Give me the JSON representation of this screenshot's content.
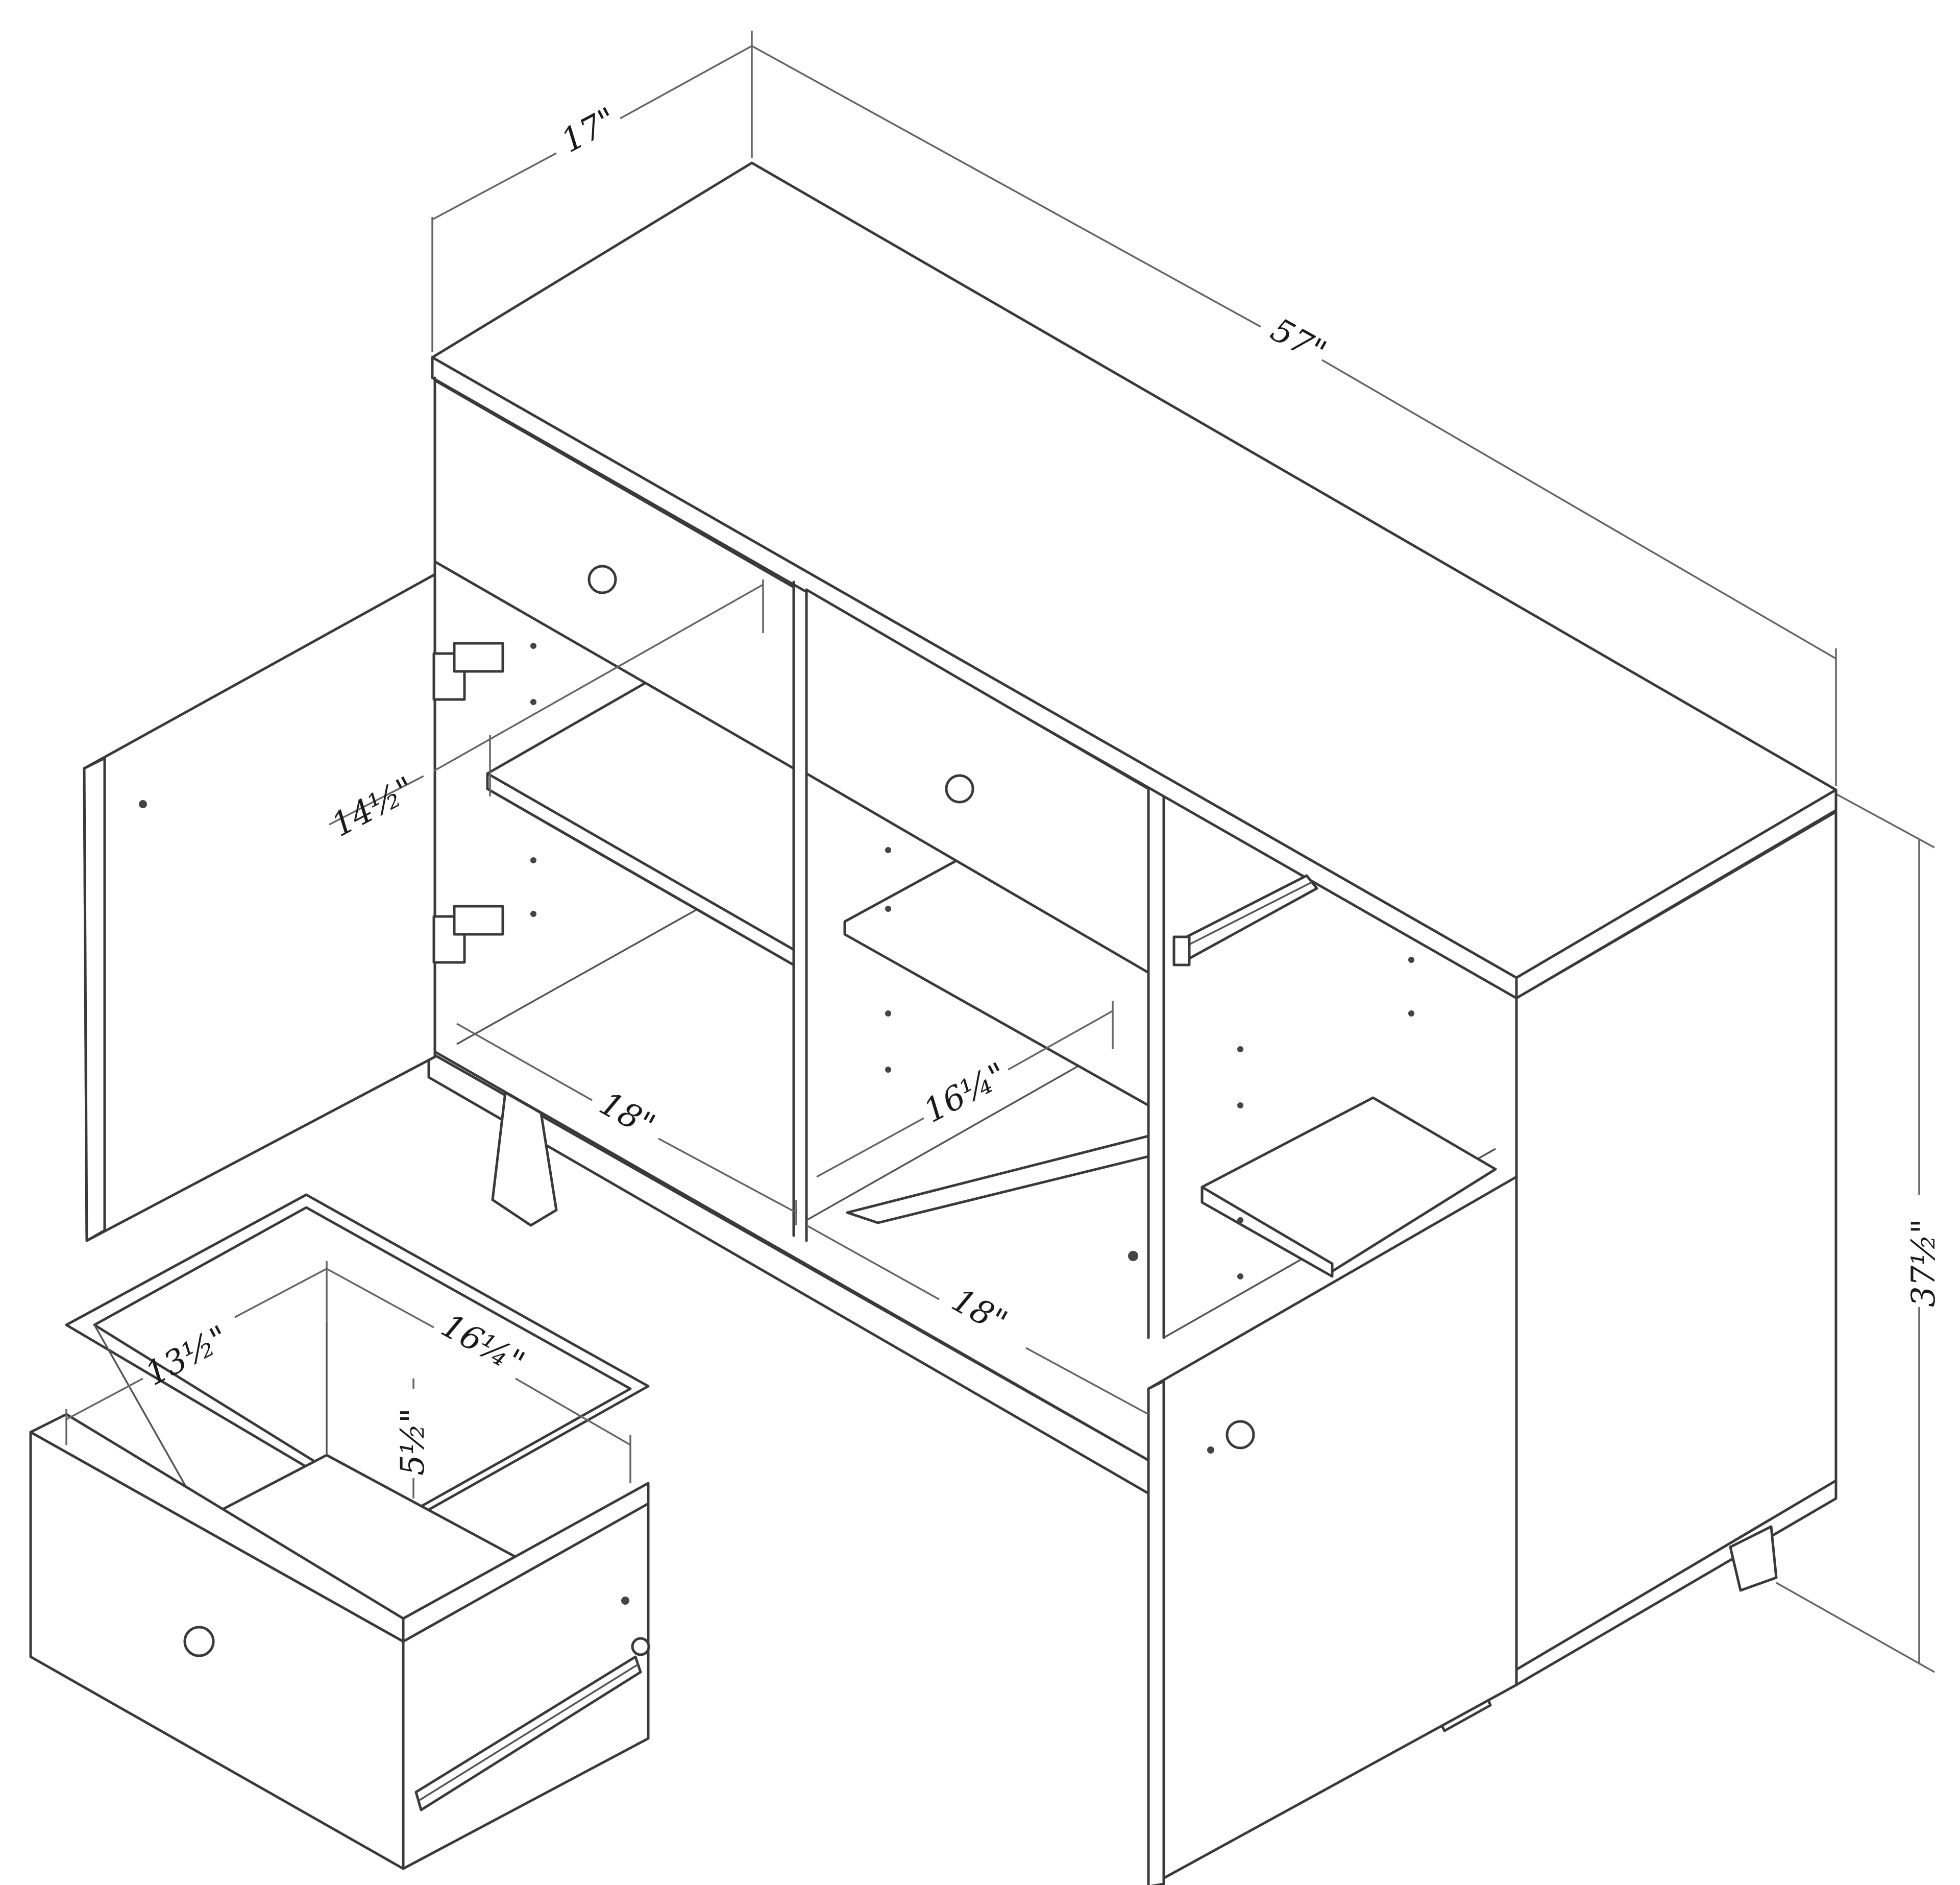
{
  "diagram": {
    "subject": "Sideboard / buffet cabinet with two doors, two drawers, adjustable shelves, shown with one door open and one drawer removed",
    "colors": {
      "background": "#ffffff",
      "line": "#3a3a3a",
      "dimension_line": "#666666",
      "text": "#1a1a1a"
    },
    "dimensions": {
      "overall_depth": "17\"",
      "overall_width": "57\"",
      "overall_height": "37½\"",
      "left_compartment_height": "14½\"",
      "left_compartment_width": "18\"",
      "center_compartment_depth": "16¼\"",
      "center_compartment_width": "18\"",
      "drawer_width": "13½\"",
      "drawer_depth": "16¼\"",
      "drawer_height": "5½\""
    },
    "components": [
      {
        "name": "top",
        "label": "Top surface"
      },
      {
        "name": "left-door",
        "label": "Left door (open) with two hinges"
      },
      {
        "name": "upper-left-drawer",
        "label": "Upper left drawer with knob"
      },
      {
        "name": "upper-center-drawer",
        "label": "Upper center drawer with knob"
      },
      {
        "name": "right-door",
        "label": "Right door (closed) with knob"
      },
      {
        "name": "removed-drawer",
        "label": "Removed drawer with slide and knob"
      },
      {
        "name": "shelves",
        "label": "Adjustable shelves"
      },
      {
        "name": "legs",
        "label": "Angled legs"
      }
    ]
  }
}
